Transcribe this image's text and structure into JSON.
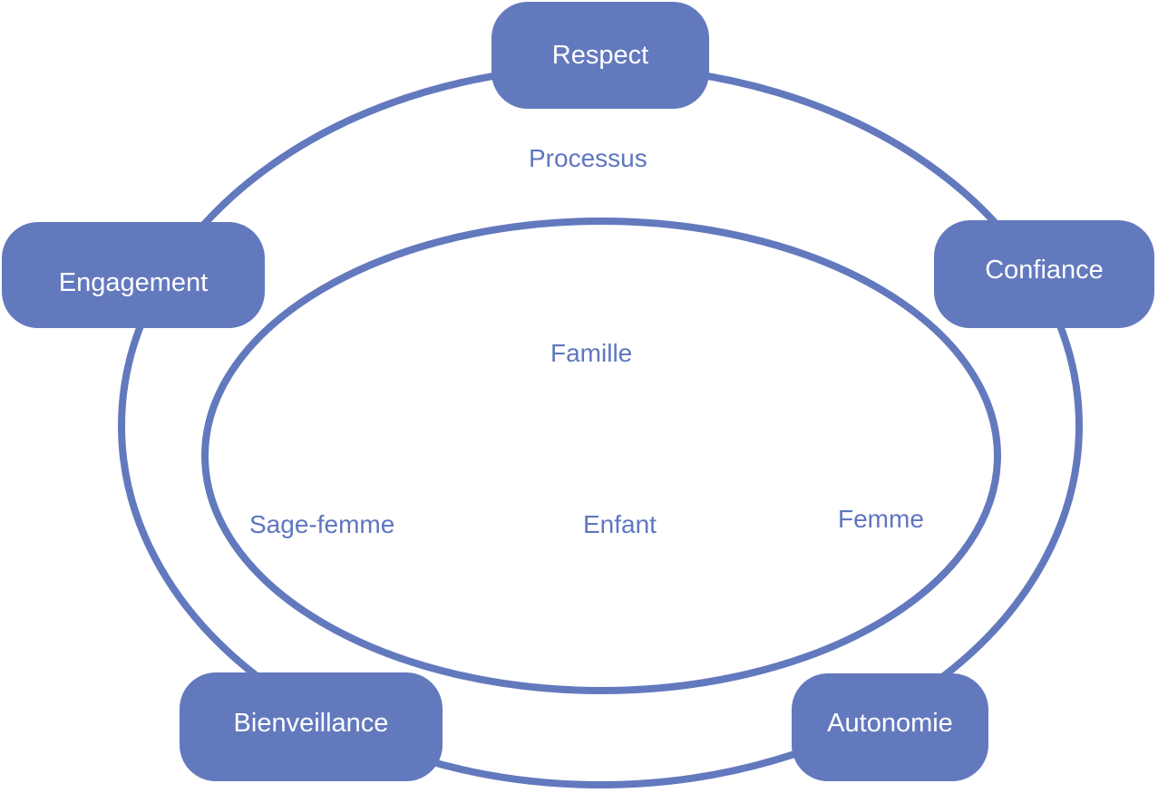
{
  "colors": {
    "accent": "#6379be",
    "pill_text": "#ffffff",
    "label_text": "#5f76c0",
    "background": "#ffffff"
  },
  "outer_ring": {
    "label": "Processus",
    "values": [
      "Respect",
      "Confiance",
      "Autonomie",
      "Bienveillance",
      "Engagement"
    ]
  },
  "inner_ring": {
    "label": "Famille",
    "members": {
      "left": "Sage-femme",
      "center": "Enfant",
      "right": "Femme"
    }
  }
}
